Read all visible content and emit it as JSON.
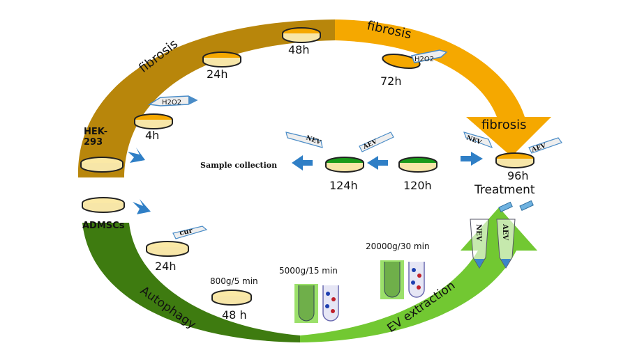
{
  "top_arc": {
    "left_label": "fibrosis",
    "right_label": "fibrosis",
    "arrowhead_label": "fibrosis",
    "start_label": "HEK-\n293",
    "start_label_line1": "HEK-",
    "start_label_line2": "293",
    "colors": {
      "dark": "#B8860B",
      "light": "#F5A800"
    }
  },
  "bottom_arc": {
    "left_label": "Autophagy",
    "right_label": "EV extraction",
    "colors": {
      "dark": "#3E7B10",
      "light": "#72C832"
    }
  },
  "hek_timeline": [
    {
      "time": "4h",
      "reagent": "H2O2"
    },
    {
      "time": "24h"
    },
    {
      "time": "48h"
    },
    {
      "time": "72h",
      "reagent": "H2O2"
    },
    {
      "time": "96h",
      "caption": "Treatment",
      "reagents": [
        "NEV",
        "AEV"
      ]
    }
  ],
  "green_dishes": [
    {
      "time": "120h"
    },
    {
      "time": "124h",
      "reagents": [
        "NEV",
        "AEV"
      ]
    }
  ],
  "sample_collection": "Sample collection",
  "admsc": {
    "label": "ADMSCs",
    "steps": [
      {
        "time": "24h",
        "reagent": "cur"
      },
      {
        "time": "48 h",
        "centrifuge": "800g/5 min"
      }
    ],
    "centrifugation": [
      "5000g/15 min",
      "20000g/30 min"
    ],
    "ev_tubes": [
      "NEV",
      "AEV"
    ]
  }
}
